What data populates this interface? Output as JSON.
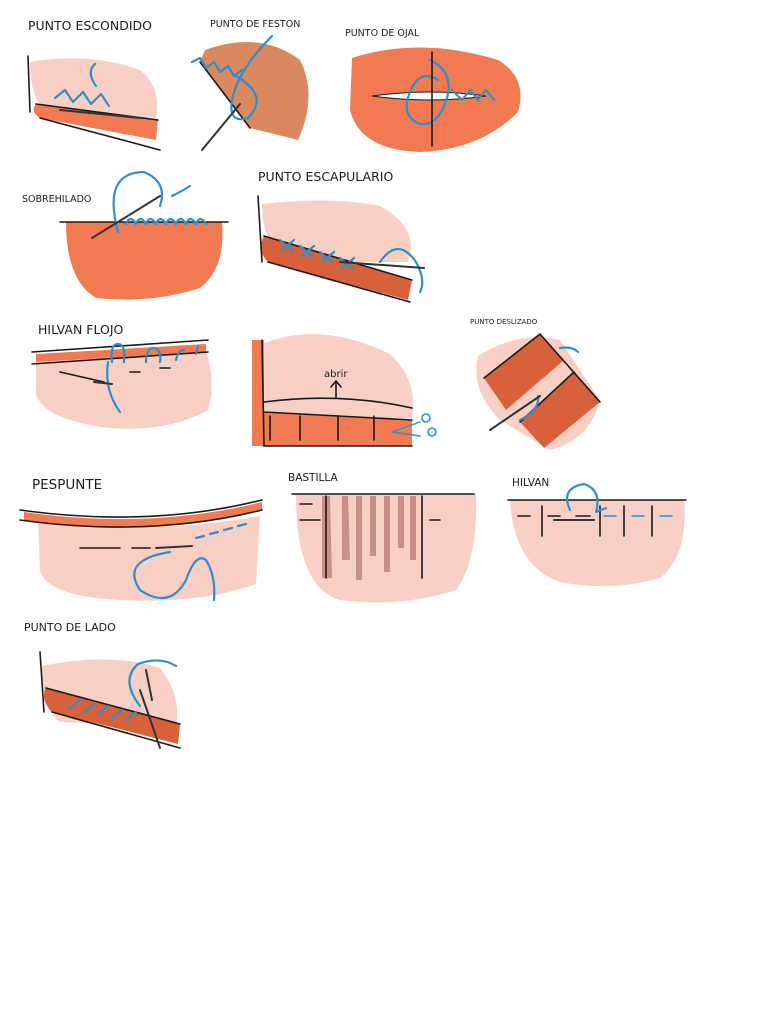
{
  "labels": {
    "punto_escondido": "PUNTO ESCONDIDO",
    "punto_de_feston": "PUNTO DE FESTON",
    "punto_de_ojal": "PUNTO DE OJAL",
    "sobrehilado": "SOBREHILADO",
    "punto_escapulario": "PUNTO ESCAPULARIO",
    "hilvan_flojo": "HILVAN FLOJO",
    "abrir": "abrir",
    "punto_deslizado": "PUNTO DESLIZADO",
    "pespunte": "PESPUNTE",
    "bastilla": "BASTILLA",
    "hilvan": "HILVAN",
    "punto_de_lado": "PUNTO DE LADO"
  },
  "colors": {
    "skin": "#f8cfc4",
    "orange": "#f17a52",
    "terracotta": "#d9885f",
    "thread": "#2f8fc9",
    "ink": "#1a1a1a"
  }
}
